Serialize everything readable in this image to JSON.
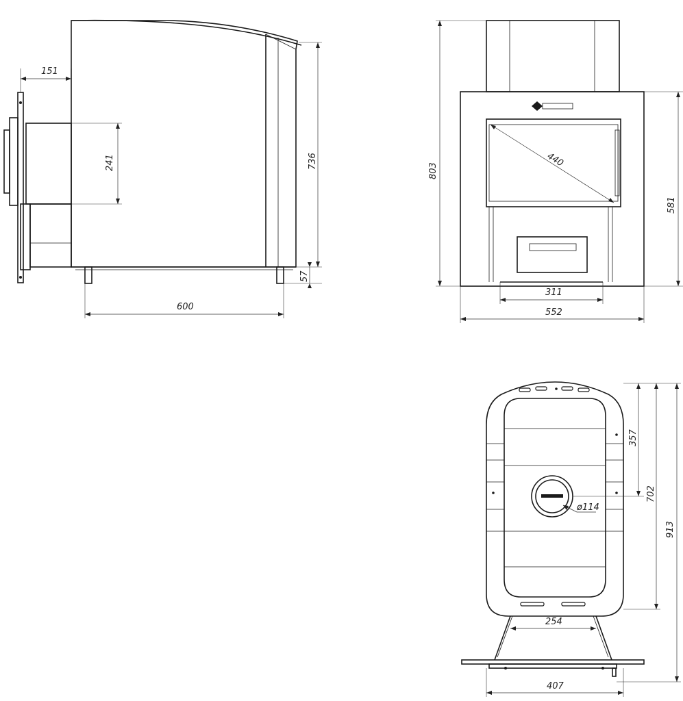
{
  "side_view": {
    "dim_chimney_offset": "151",
    "dim_door_height": "241",
    "dim_body_height": "736",
    "dim_leg_height": "57",
    "dim_depth": "600"
  },
  "front_view": {
    "dim_total_height": "803",
    "dim_glass_diagonal": "440",
    "dim_door_to_top": "581",
    "dim_ashpan_width": "311",
    "dim_total_width": "552"
  },
  "top_view": {
    "dim_flue_offset": "357",
    "dim_flue_center": "702",
    "dim_total_length": "913",
    "dim_flue_diameter": "ø114",
    "dim_tunnel_width": "254",
    "dim_platform_width": "407"
  }
}
